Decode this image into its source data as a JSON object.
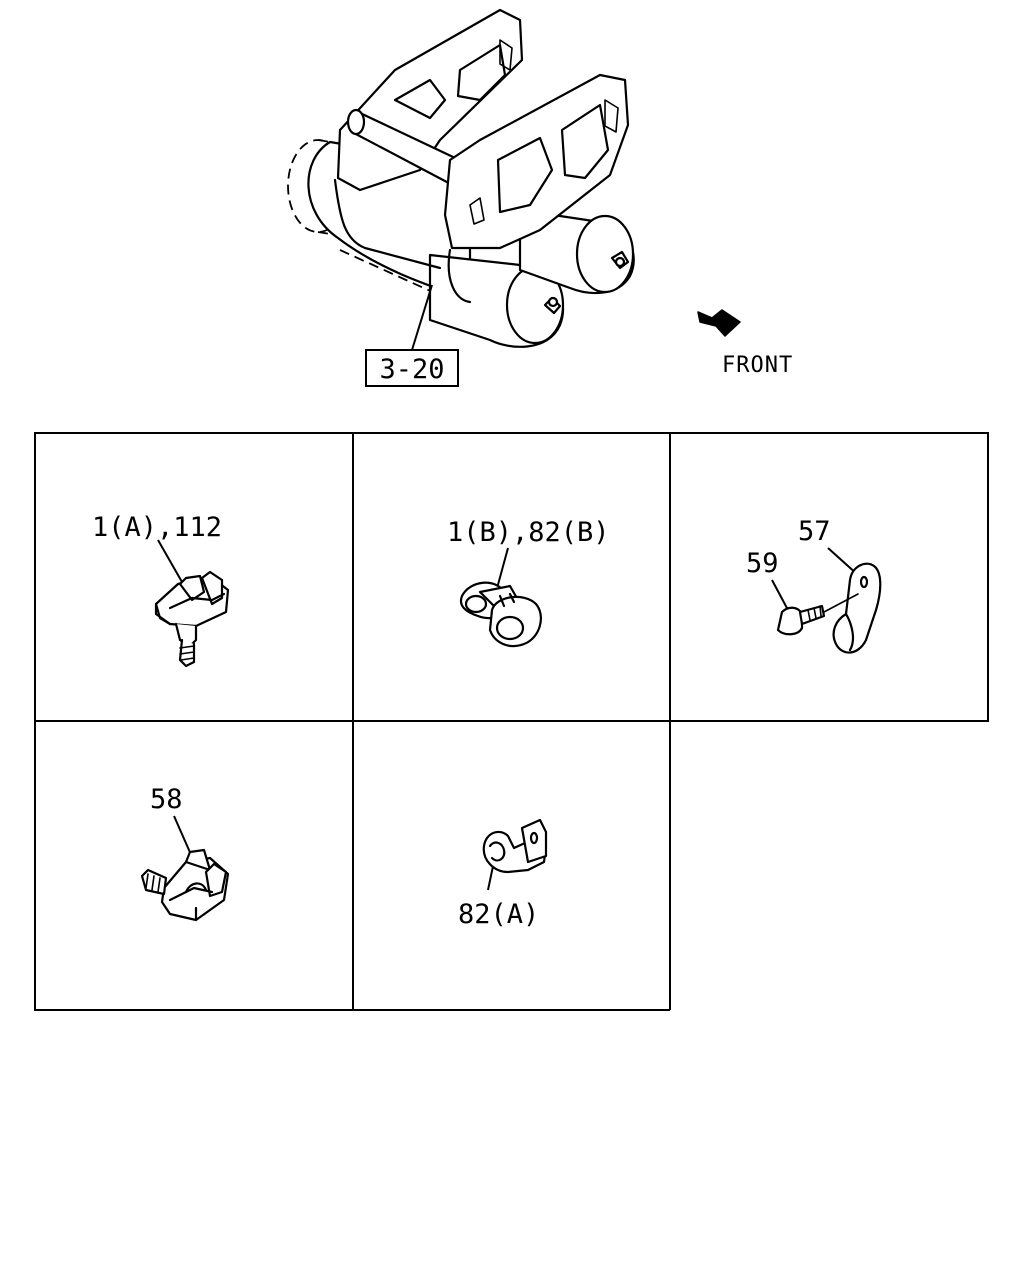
{
  "assembly": {
    "ref_label": "3-20"
  },
  "direction": {
    "label": "FRONT"
  },
  "parts": [
    {
      "label": "1(A),112"
    },
    {
      "label": "1(B),82(B)"
    },
    {
      "label": "57"
    },
    {
      "label": "59"
    },
    {
      "label": "58"
    },
    {
      "label": "82(A)"
    }
  ]
}
